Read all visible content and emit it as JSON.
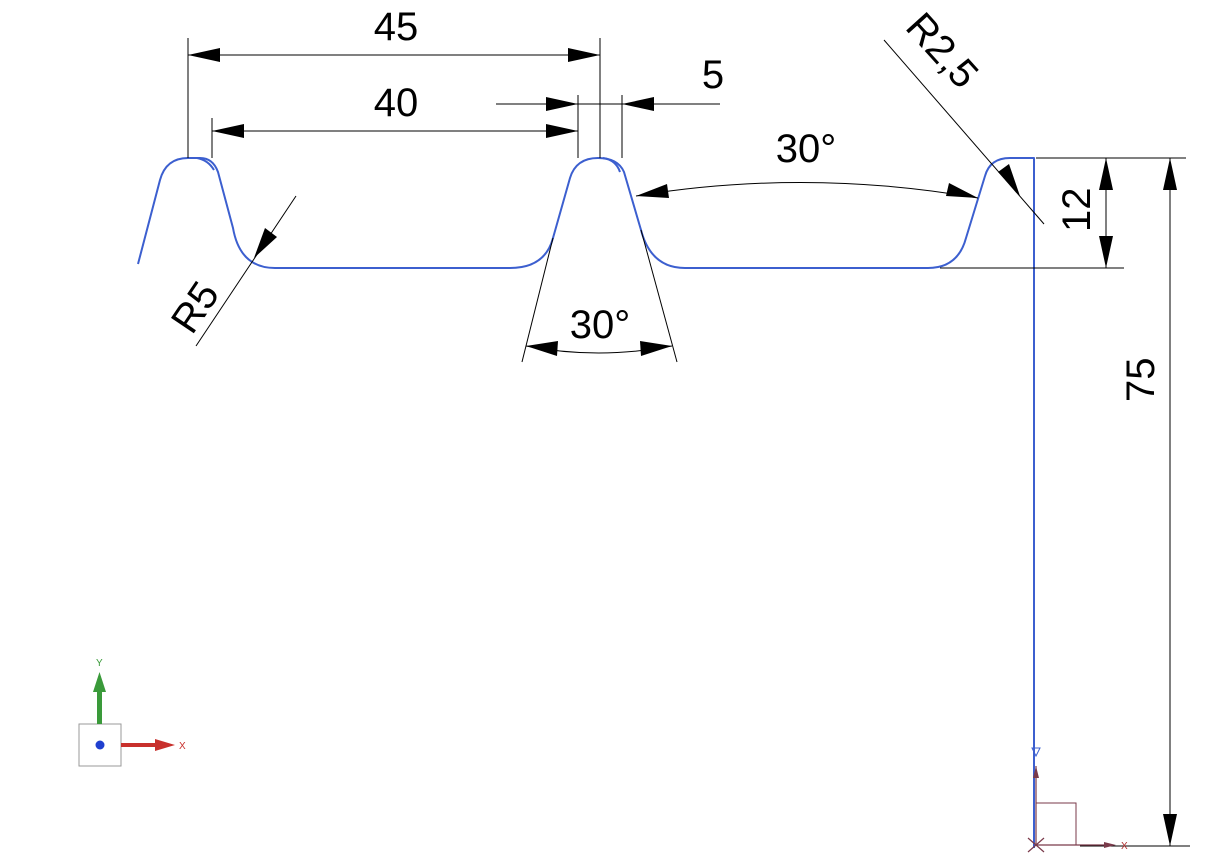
{
  "drawing": {
    "dimensions": {
      "width_45": "45",
      "width_40": "40",
      "gap_5": "5",
      "angle_top": "30°",
      "angle_bottom": "30°",
      "radius_small": "R2,5",
      "radius_large": "R5",
      "height_12": "12",
      "height_75": "75"
    },
    "colors": {
      "profile": "#3c5fcf",
      "dimension": "#000000",
      "axis_x": "#c8302c",
      "axis_y": "#3a9a3a",
      "axis_origin": "#1f3fcf",
      "local_frame": "#7a3a4a"
    }
  },
  "axis_triad": {
    "x_label": "X",
    "y_label": "Y"
  },
  "local_axis": {
    "x_label": "X"
  }
}
